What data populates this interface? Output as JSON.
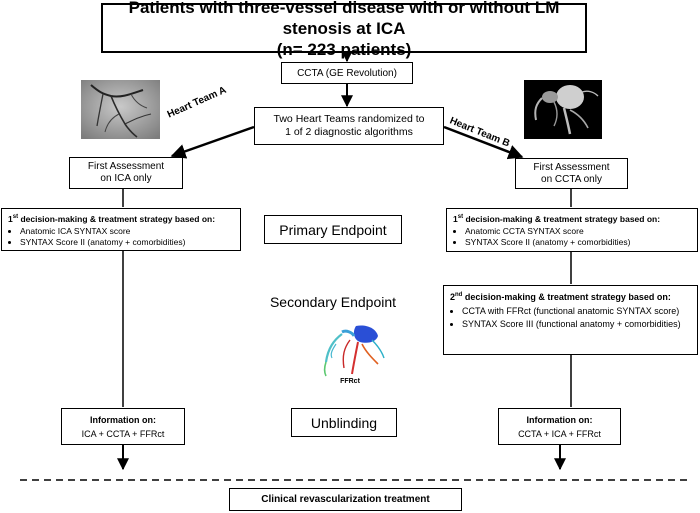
{
  "title": {
    "line1": "Patients with three-vessel disease with or without LM stenosis at ICA",
    "line2": "(n= 223 patients)"
  },
  "ccta_box": "CCTA (GE Revolution)",
  "randomization": {
    "line1": "Two Heart Teams randomized to",
    "line2": "1 of 2 diagnostic algorithms"
  },
  "team_a": "Heart Team A",
  "team_b": "Heart Team B",
  "first_assessment_a": {
    "line1": "First Assessment",
    "line2": "on ICA only"
  },
  "first_assessment_b": {
    "line1": "First Assessment",
    "line2": "on CCTA only"
  },
  "decision1_a": {
    "sup": "st",
    "heading_num": "1",
    "heading": " decision-making & treatment strategy based on:",
    "items": [
      "Anatomic ICA SYNTAX score",
      "SYNTAX Score II (anatomy + comorbidities)"
    ]
  },
  "decision1_b": {
    "sup": "st",
    "heading_num": "1",
    "heading": " decision-making & treatment strategy based on:",
    "items": [
      "Anatomic CCTA SYNTAX score",
      "SYNTAX Score II (anatomy + comorbidities)"
    ]
  },
  "decision2_b": {
    "sup": "nd",
    "heading_num": "2",
    "heading": " decision-making & treatment strategy based on:",
    "items": [
      "CCTA with FFRct (functional anatomic SYNTAX score)",
      "SYNTAX Score III (functional anatomy + comorbidities)"
    ]
  },
  "primary_endpoint": "Primary Endpoint",
  "secondary_endpoint": "Secondary Endpoint",
  "ffrct_label": "FFRct",
  "unblinding": "Unblinding",
  "info_a": {
    "line1": "Information on:",
    "line2": "ICA + CCTA + FFRct"
  },
  "info_b": {
    "line1": "Information on:",
    "line2": "CCTA + ICA + FFRct"
  },
  "clinical": "Clinical revascularization treatment"
}
